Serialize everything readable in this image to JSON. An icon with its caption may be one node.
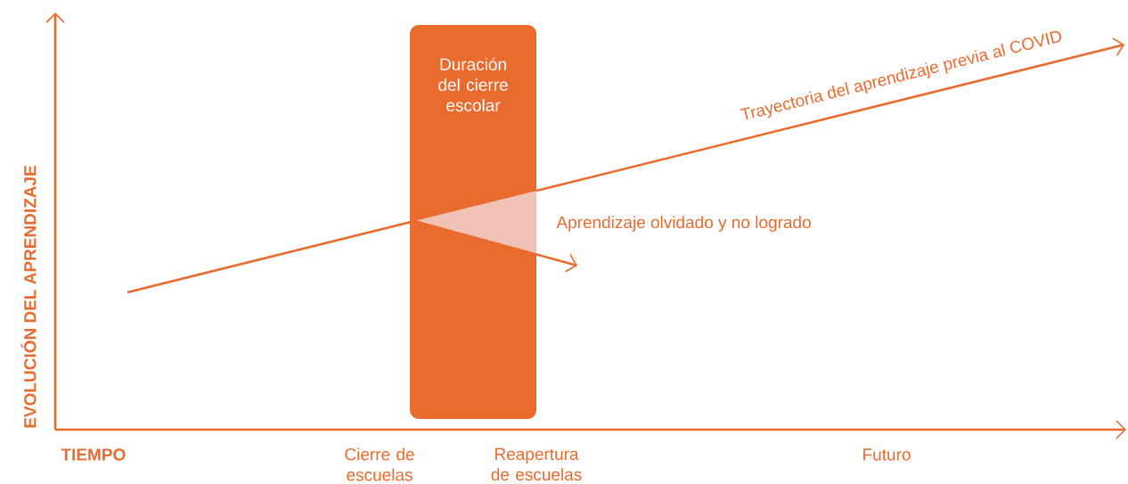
{
  "diagram": {
    "nodes": [
      {
        "text": [
          "Duración del cierre escolar"
        ]
      }
    ],
    "labels": [
      "Trayectoria del aprendizaje previa al COVID",
      "Aprendizaje olvidado y no logrado",
      "EVOLUCIÓN DEL APRENDIZAJE",
      "TIEMPO",
      "Cierre de escuelas",
      "Reapertura de escuelas",
      "Futuro"
    ]
  }
}
